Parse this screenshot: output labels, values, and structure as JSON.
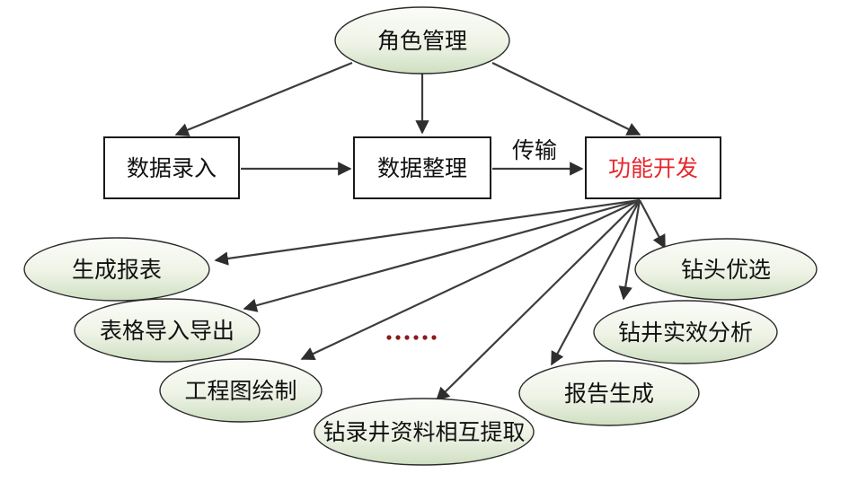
{
  "nodes": {
    "role_management": "角色管理",
    "data_entry": "数据录入",
    "data_organize": "数据整理",
    "function_dev": "功能开发",
    "report_generate": "生成报表",
    "table_import_export": "表格导入导出",
    "engineering_drawing": "工程图绘制",
    "drilling_mutual_extract": "钻录井资料相互提取",
    "report_generation": "报告生成",
    "drilling_effect_analysis": "钻井实效分析",
    "bit_selection": "钻头优选"
  },
  "edge_labels": {
    "transfer": "传输"
  },
  "ellipsis": "……",
  "colors": {
    "highlight_text": "#e8262b",
    "ellipse_fill_top": "#f9fbf4",
    "ellipse_fill_bottom": "#d3e2c6",
    "box_fill": "#ffffff",
    "line": "#3c3c3c",
    "dots": "#8b1a1a"
  }
}
